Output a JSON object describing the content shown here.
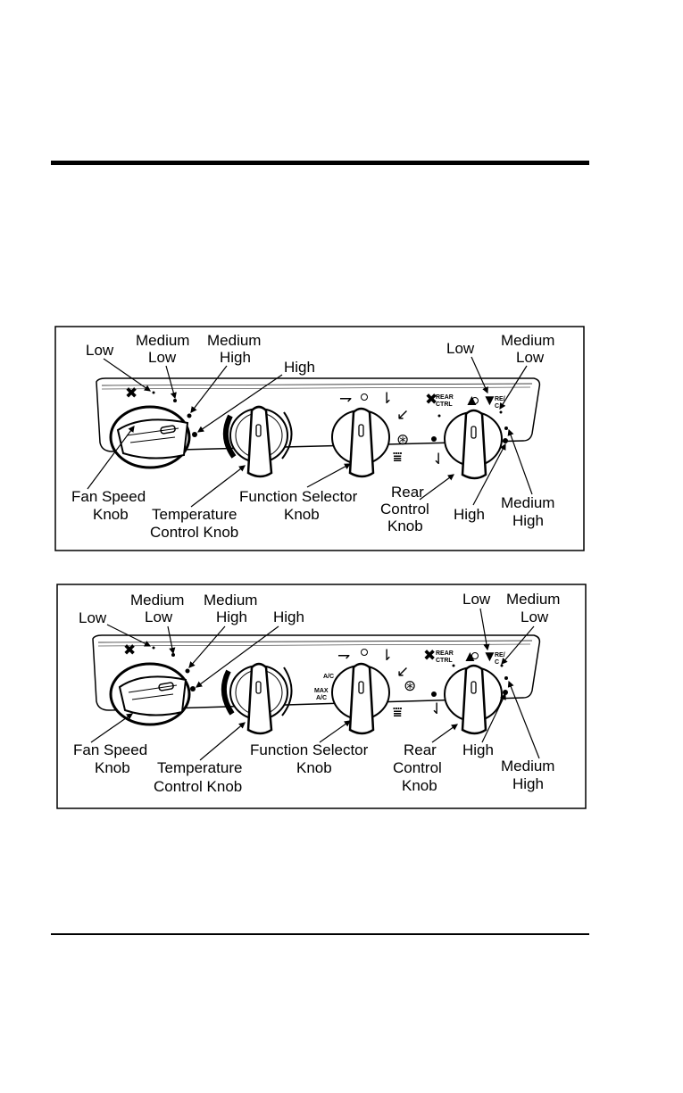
{
  "diagram1": {
    "fan_low": "Low",
    "fan_medium_low": [
      "Medium",
      "Low"
    ],
    "fan_medium_high": [
      "Medium",
      "High"
    ],
    "fan_high": "High",
    "rear_low": "Low",
    "rear_medium_low": [
      "Medium",
      "Low"
    ],
    "fan_speed_knob": [
      "Fan Speed",
      "Knob"
    ],
    "temperature_control_knob": [
      "Temperature",
      "Control Knob"
    ],
    "function_selector_knob": [
      "Function Selector",
      "Knob"
    ],
    "rear_control_knob": [
      "Rear",
      "Control",
      "Knob"
    ],
    "rear_high": "High",
    "rear_medium_high": [
      "Medium",
      "High"
    ],
    "rear_ctrl_mark": [
      "REAR",
      "CTRL"
    ],
    "rear_partial_mark": [
      "RE/",
      "C"
    ]
  },
  "diagram2": {
    "fan_low": "Low",
    "fan_medium_low": [
      "Medium",
      "Low"
    ],
    "fan_medium_high": [
      "Medium",
      "High"
    ],
    "fan_high": "High",
    "rear_low": "Low",
    "rear_medium_low": [
      "Medium",
      "Low"
    ],
    "fan_speed_knob": [
      "Fan Speed",
      "Knob"
    ],
    "temperature_control_knob": [
      "Temperature",
      "Control Knob"
    ],
    "function_selector_knob": [
      "Function Selector",
      "Knob"
    ],
    "rear_control_knob": [
      "Rear",
      "Control",
      "Knob"
    ],
    "rear_high": "High",
    "rear_medium_high": [
      "Medium",
      "High"
    ],
    "rear_ctrl_mark": [
      "REAR",
      "CTRL"
    ],
    "rear_partial_mark": [
      "RE/",
      "C"
    ],
    "ac_mark": "A/C",
    "max_ac_mark": [
      "MAX",
      "A/C"
    ]
  }
}
